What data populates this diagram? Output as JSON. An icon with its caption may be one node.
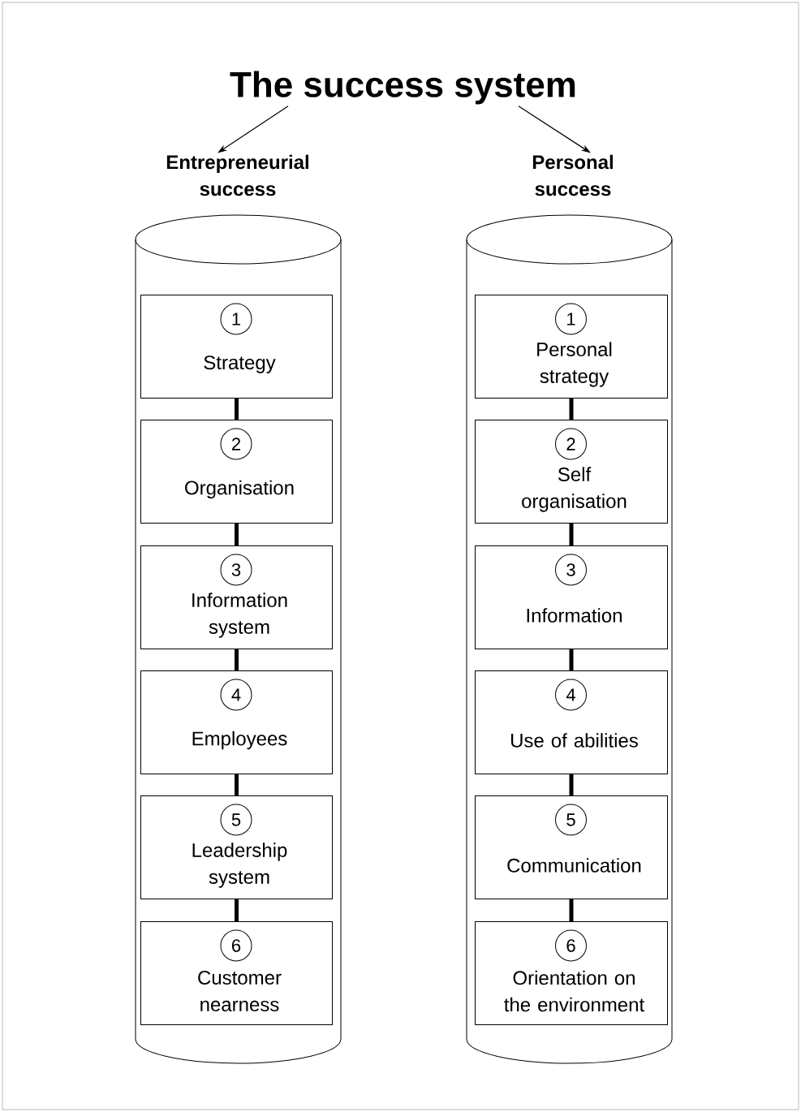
{
  "diagram": {
    "nodes": [
      {
        "text": [
          "The success system"
        ]
      },
      {
        "text": [
          "Entrepreneurial success"
        ]
      },
      {
        "text": [
          "1",
          "Strategy"
        ],
        "in": 1
      },
      {
        "text": [
          "2",
          "Organisation"
        ],
        "in": 1
      },
      {
        "text": [
          "3",
          "Information system"
        ],
        "in": 1
      },
      {
        "text": [
          "4",
          "Employees"
        ],
        "in": 1
      },
      {
        "text": [
          "5",
          "Leadership system"
        ],
        "in": 1
      },
      {
        "text": [
          "6",
          "Customer nearness"
        ],
        "in": 1
      },
      {
        "text": [
          "Personal success"
        ]
      },
      {
        "text": [
          "1",
          "Personal strategy"
        ],
        "in": 8
      },
      {
        "text": [
          "2",
          "Self organisation"
        ],
        "in": 8
      },
      {
        "text": [
          "3",
          "Information"
        ],
        "in": 8
      },
      {
        "text": [
          "4",
          "Use of abilities"
        ],
        "in": 8
      },
      {
        "text": [
          "5",
          "Communication"
        ],
        "in": 8
      },
      {
        "text": [
          "6",
          "Orientation on the environment"
        ],
        "in": 8
      }
    ],
    "edges": [
      {
        "from": 0,
        "to": 1,
        "arrow": "to"
      },
      {
        "from": 0,
        "to": 8,
        "arrow": "to"
      },
      {
        "from": 2,
        "to": 3,
        "arrow": "none"
      },
      {
        "from": 3,
        "to": 4,
        "arrow": "none"
      },
      {
        "from": 4,
        "to": 5,
        "arrow": "none"
      },
      {
        "from": 5,
        "to": 6,
        "arrow": "none"
      },
      {
        "from": 6,
        "to": 7,
        "arrow": "none"
      },
      {
        "from": 9,
        "to": 10,
        "arrow": "none"
      },
      {
        "from": 10,
        "to": 11,
        "arrow": "none"
      },
      {
        "from": 11,
        "to": 12,
        "arrow": "none"
      },
      {
        "from": 12,
        "to": 13,
        "arrow": "none"
      },
      {
        "from": 13,
        "to": 14,
        "arrow": "none"
      }
    ]
  }
}
